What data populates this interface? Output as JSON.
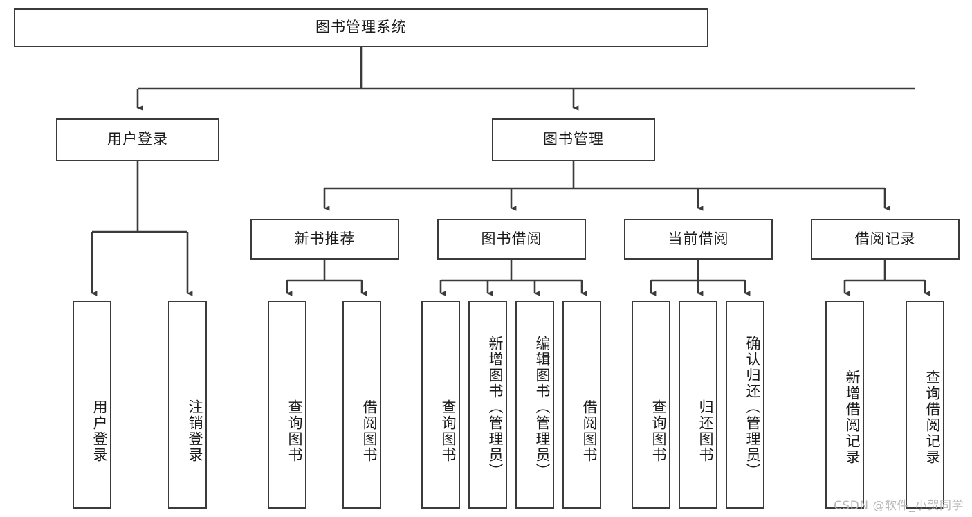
{
  "diagram": {
    "title": "图书管理系统",
    "type": "tree-hierarchy",
    "root": {
      "label": "图书管理系统"
    },
    "level2": [
      {
        "label": "用户登录"
      },
      {
        "label": "图书管理"
      }
    ],
    "level3": [
      {
        "label": "新书推荐"
      },
      {
        "label": "图书借阅"
      },
      {
        "label": "当前借阅"
      },
      {
        "label": "借阅记录"
      }
    ],
    "leaves": {
      "user_login": [
        {
          "label": "用户登录"
        },
        {
          "label": "注销登录"
        }
      ],
      "new_book_recommend": [
        {
          "label": "查询图书"
        },
        {
          "label": "借阅图书"
        }
      ],
      "book_borrow": [
        {
          "label": "查询图书"
        },
        {
          "label": "新增图书（管理员）"
        },
        {
          "label": "编辑图书（管理员）"
        },
        {
          "label": "借阅图书"
        }
      ],
      "current_borrow": [
        {
          "label": "查询图书"
        },
        {
          "label": "归还图书"
        },
        {
          "label": "确认归还（管理员）"
        }
      ],
      "borrow_record": [
        {
          "label": "新增借阅记录"
        },
        {
          "label": "查询借阅记录"
        }
      ]
    }
  },
  "watermark": {
    "text": "CSDN @软件_小贺同学"
  },
  "colors": {
    "stroke": "#3b3b3b",
    "background": "#ffffff",
    "text": "#1a1a1a",
    "watermark": "#b8b8b8"
  }
}
